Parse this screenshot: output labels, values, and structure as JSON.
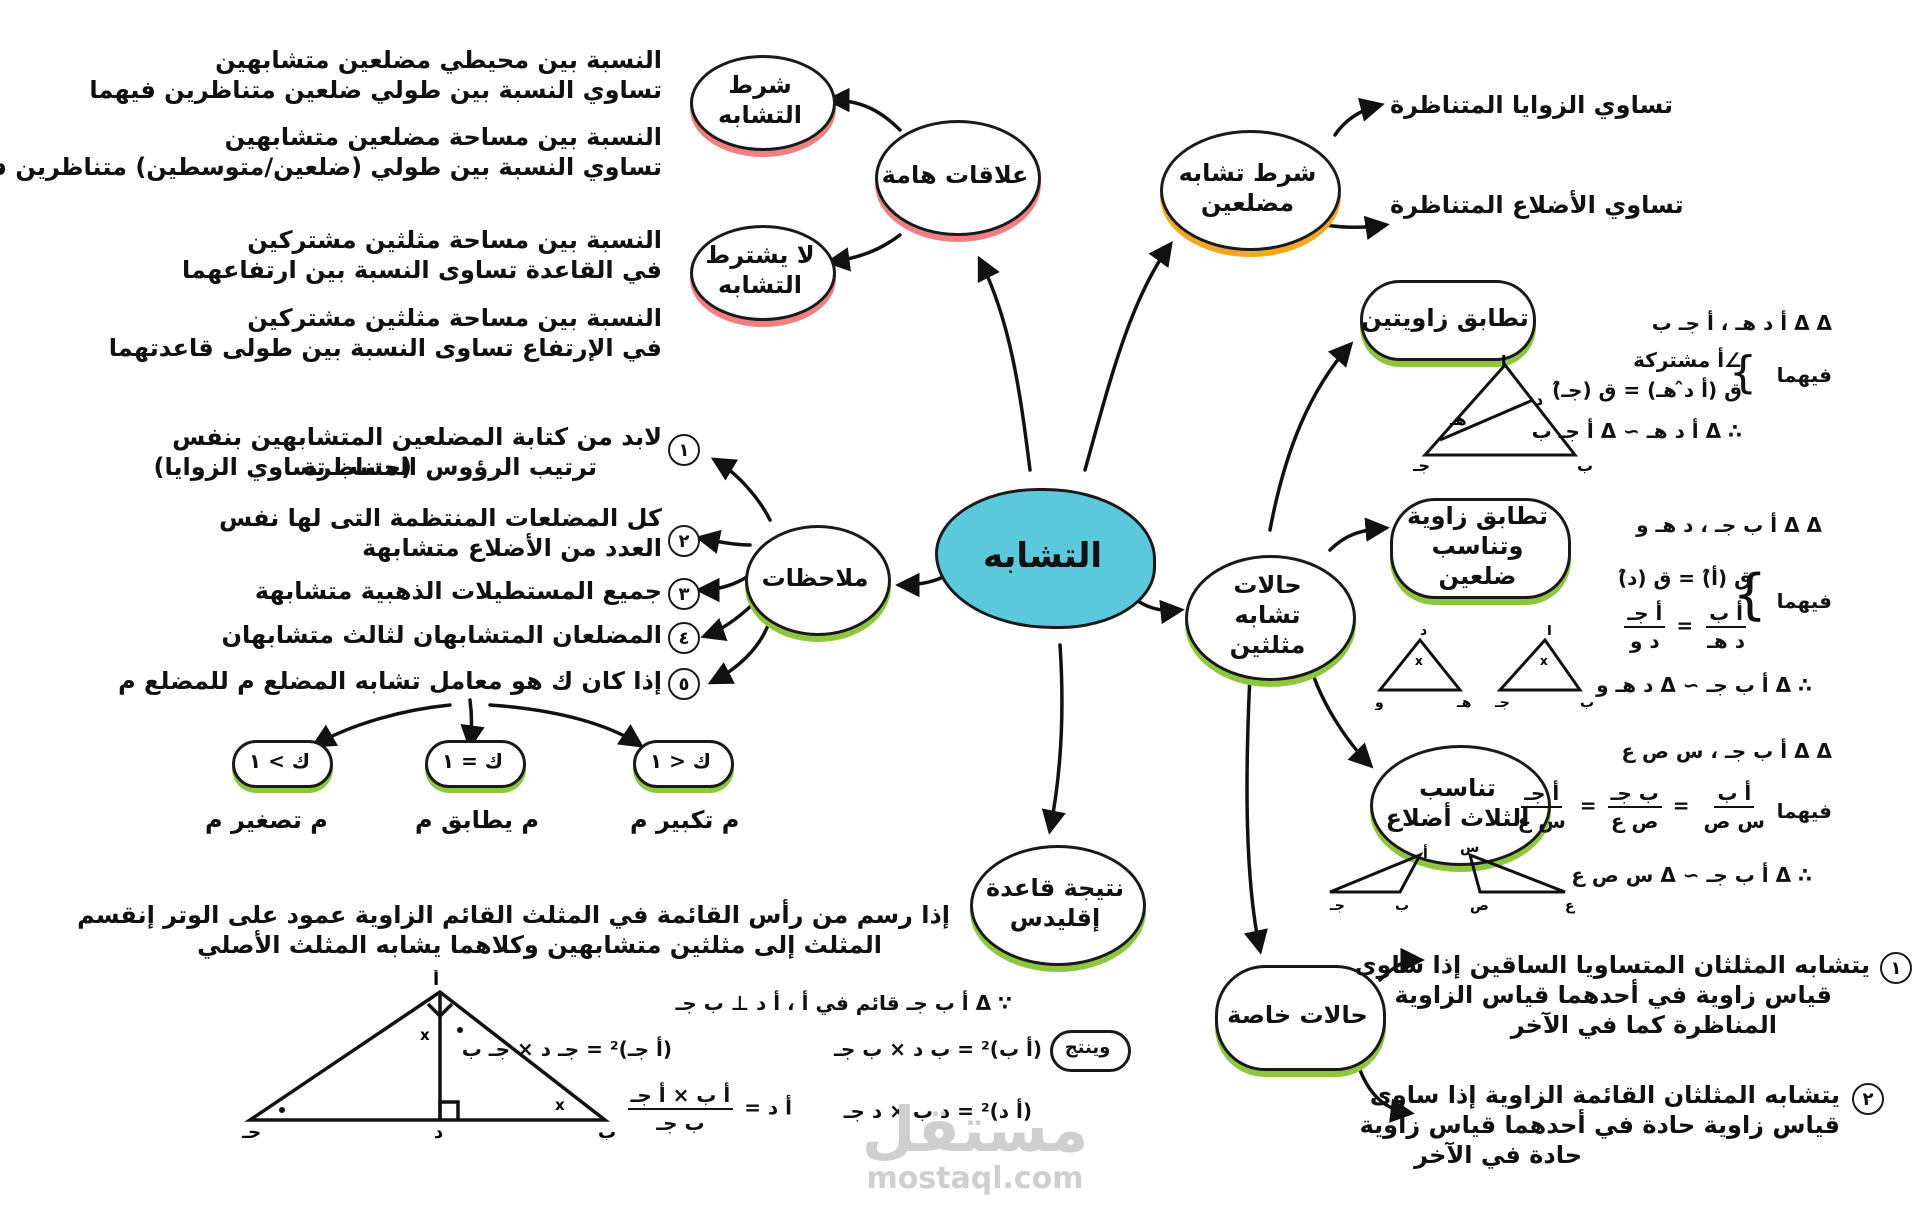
{
  "center": {
    "label": "التشابه"
  },
  "top_left": {
    "important_relations": "علاقات هامة",
    "similarity_condition": "شرط التشابه",
    "no_similarity_required": "لا يشترط التشابه",
    "texts": [
      "النسبة بين محيطي مضلعين متشابهين",
      "تساوي النسبة بين طولي ضلعين متناظرين فيهما",
      "النسبة بين مساحة مضلعين متشابهين",
      "تساوي النسبة بين طولي (ضلعين/متوسطين) متناظرين فيهما",
      "النسبة بين مساحة مثلثين مشتركين",
      "في القاعدة تساوى النسبة بين ارتفاعهما",
      "النسبة بين مساحة مثلثين مشتركين",
      "في الإرتفاع تساوى النسبة بين طولى قاعدتهما"
    ]
  },
  "polygon_condition": {
    "label": "شرط تشابه مضلعين",
    "items": [
      "تساوي الزوايا المتناظرة",
      "تساوي الأضلاع المتناظرة"
    ]
  },
  "notes": {
    "label": "ملاحظات",
    "nums": [
      "١",
      "٢",
      "٣",
      "٤",
      "٥"
    ],
    "items": [
      "لابد من كتابة المضلعين المتشابهين بنفس",
      "ترتيب الرؤوس المتناظرة",
      "(حسب تساوي الزوايا)",
      "كل المضلعات المنتظمة التى لها نفس",
      "العدد من الأضلاع متشابهة",
      "جميع المستطيلات الذهبية متشابهة",
      "المضلعان المتشابهان لثالث متشابهان",
      "إذا كان ك هو معامل تشابه المضلع م للمضلع م"
    ],
    "k_cases": [
      "ك > ١",
      "ك = ١",
      "ك < ١"
    ],
    "k_results": [
      "م تكبير م",
      "م يطابق م",
      "م تصغير م"
    ]
  },
  "triangle_cases": {
    "label": "حالات تشابه مثلثين",
    "aa": {
      "label": "تطابق زاويتين",
      "given": "Δ Δ أ د هـ ، أ جـ ب",
      "in_them": "فيهما",
      "line1": "∠أ مشتركة",
      "line2": "ق (أ د̂ هـ) = ق (جـ̂)",
      "result": "∴ Δ أ د هـ ∼ Δ أ جـ ب",
      "vertices": [
        "أ",
        "د",
        "هـ",
        "جـ",
        "ب"
      ]
    },
    "sas": {
      "label": "تطابق زاوية وتناسب ضلعين",
      "given": "Δ Δ أ ب جـ ، د هـ و",
      "in_them": "فيهما",
      "line1": "ق (أ̂) = ق (د̂)",
      "frac1_top": "أ ب",
      "frac1_bot": "د هـ",
      "frac2_top": "أ جـ",
      "frac2_bot": "د و",
      "result": "∴ Δ أ ب جـ ∼ Δ د هـ و",
      "vertices": [
        "أ",
        "ب",
        "جـ",
        "د",
        "هـ",
        "و"
      ]
    },
    "sss": {
      "label": "تناسب الثلاث أضلاع",
      "given": "Δ Δ أ ب جـ ، س ص ع",
      "in_them": "فيهما",
      "frac1_top": "أ ب",
      "frac1_bot": "س ص",
      "frac2_top": "ب جـ",
      "frac2_bot": "ص ع",
      "frac3_top": "أ جـ",
      "frac3_bot": "س ع",
      "result": "∴ Δ أ ب جـ ∼ Δ س ص ع",
      "vertices": [
        "أ",
        "ب",
        "جـ",
        "س",
        "ص",
        "ع"
      ]
    }
  },
  "special_cases": {
    "label": "حالات خاصة",
    "nums": [
      "١",
      "٢"
    ],
    "items": [
      "يتشابه المثلثان المتساويا الساقين إذا ساوى",
      "قياس زاوية في أحدهما قياس الزاوية",
      "المناظرة كما في الآخر",
      "يتشابه المثلثان القائمة الزاوية إذا ساوى",
      "قياس زاوية حادة في أحدهما قياس زاوية",
      "حادة في الآخر"
    ]
  },
  "euclid": {
    "label": "نتيجة قاعدة إقليدس",
    "text1": "إذا رسم من رأس القائمة في المثلث القائم الزاوية عمود على الوتر إنقسم",
    "text2": "المثلث إلى مثلثين متشابهين وكلاهما يشابه المثلث الأصلي",
    "given": "∵ Δ أ ب جـ قائم في أ ، أ د ⊥ ب جـ",
    "we_get": "وينتج",
    "eq1": "(أ ب)² = ب د × ب جـ",
    "eq2": "(أ جـ)² = جـ د × جـ ب",
    "eq3": "(أ د)² = د ب × د جـ",
    "eq4_prefix": "أ د =",
    "eq4_top": "أ ب × أ جـ",
    "eq4_bot": "ب جـ",
    "vertices": [
      "أ",
      "ب",
      "جـ",
      "د"
    ],
    "marks": [
      "x",
      "x"
    ]
  },
  "watermark": {
    "arabic": "مستقل",
    "latin": "mostaql.com"
  },
  "colors": {
    "center_fill": "#5cc8dc",
    "pink": "#f08080",
    "orange": "#f5a623",
    "green": "#8dc63f"
  }
}
